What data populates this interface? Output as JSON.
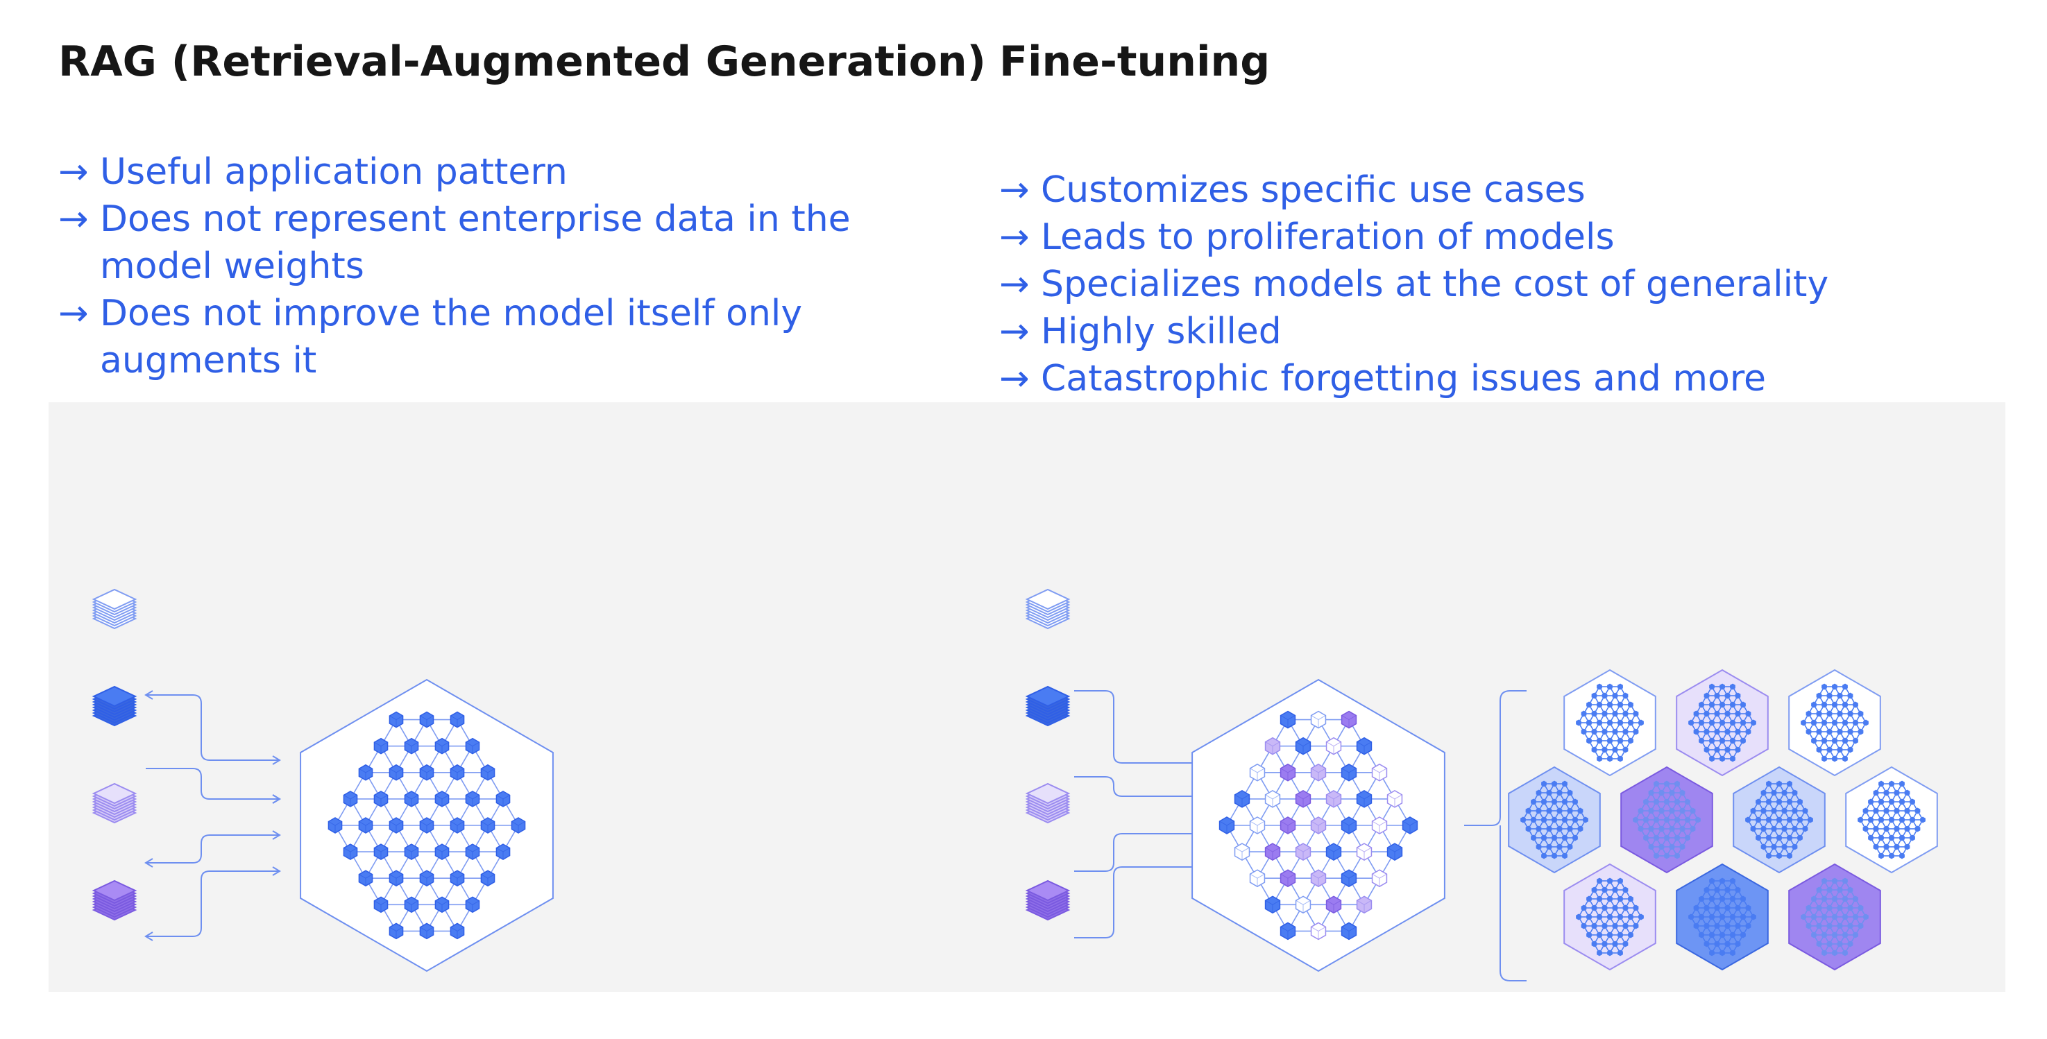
{
  "rag": {
    "title": "RAG (Retrieval-Augmented Generation)",
    "bullets": [
      "Useful application pattern",
      "Does not represent enterprise data in the\nmodel weights",
      "Does not improve the model itself only\naugments it"
    ]
  },
  "finetuning": {
    "title": "Fine-tuning",
    "bullets": [
      "Customizes specific use cases",
      "Leads to proliferation of models",
      "Specializes models at the cost of generality",
      "Highly skilled",
      "Catastrophic forgetting issues and more"
    ]
  },
  "colors": {
    "text_heading": "#161616",
    "text_bullet": "#2f5fe6",
    "panel_bg": "#f3f3f3",
    "node_blue": "#4a7cf2",
    "node_light": "#aebff8",
    "node_purple": "#9b7cf0",
    "node_lavender": "#c9b8f7"
  },
  "diagram": {
    "rag_stacks": [
      "white-stack-icon",
      "blue-stack-icon",
      "lavender-stack-icon",
      "purple-stack-icon"
    ],
    "finetuning_stacks": [
      "white-stack-icon",
      "blue-stack-icon",
      "lavender-stack-icon",
      "purple-stack-icon"
    ],
    "model_grid_fills": [
      "white",
      "lavender",
      "white",
      "light-blue",
      "purple",
      "light-blue",
      "lavender",
      "blue",
      "purple"
    ]
  }
}
